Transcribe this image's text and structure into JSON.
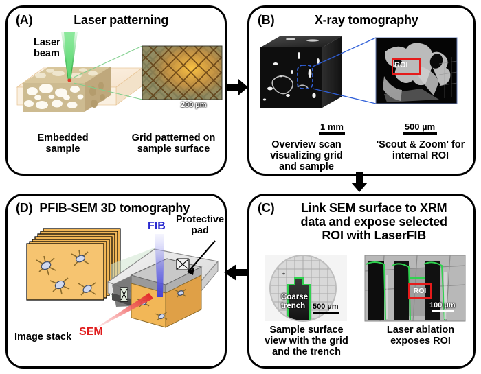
{
  "figure": {
    "type": "workflow-diagram",
    "description": "Four-panel correlative microscopy workflow: laser patterning, X-ray tomography, LaserFIB ROI exposure, PFIB-SEM 3D tomography"
  },
  "panels": {
    "a": {
      "letter": "(A)",
      "title": "Laser patterning",
      "beam_label": "Laser\nbeam",
      "beam_label_line1": "Laser",
      "beam_label_line2": "beam",
      "caption_left_line1": "Embedded",
      "caption_left_line2": "sample",
      "caption_right_line1": "Grid patterned on",
      "caption_right_line2": "sample surface",
      "scalebar": "200 µm"
    },
    "b": {
      "letter": "(B)",
      "title": "X-ray tomography",
      "scalebar_left": "1 mm",
      "scalebar_right": "500 µm",
      "roi_label": "ROI",
      "caption_left_line1": "Overview scan",
      "caption_left_line2": "visualizing grid",
      "caption_left_line3": "and sample",
      "caption_right_line1": "'Scout & Zoom' for",
      "caption_right_line2": "internal ROI"
    },
    "c": {
      "letter": "(C)",
      "title_line1": "Link SEM surface to XRM",
      "title_line2": "data and expose selected",
      "title_line3": "ROI with LaserFIB",
      "trench_label_line1": "Coarse",
      "trench_label_line2": "trench",
      "scalebar_left": "500 µm",
      "scalebar_right": "100 µm",
      "roi_label": "ROI",
      "caption_left_line1": "Sample surface",
      "caption_left_line2": "view with the grid",
      "caption_left_line3": "and the trench",
      "caption_right_line1": "Laser ablation",
      "caption_right_line2": "exposes ROI"
    },
    "d": {
      "letter": "(D)",
      "title": "PFIB-SEM 3D tomography",
      "stack_label": "Image stack",
      "fib_label": "FIB",
      "sem_label": "SEM",
      "pad_label_line1": "Protective",
      "pad_label_line2": "pad"
    }
  },
  "arrows": {
    "a_to_b": "arrow-right",
    "b_to_c": "arrow-down",
    "c_to_d": "arrow-left"
  },
  "colors": {
    "border": "#000000",
    "laser_beam": "#35b24a",
    "fib_beam": "#2a2ad0",
    "sem_beam": "#e01b1b",
    "roi_red": "#e51b1b",
    "sample_tan": "#f2b757",
    "trench_green": "#2fd24f",
    "grid_orange": "#e8932a"
  }
}
